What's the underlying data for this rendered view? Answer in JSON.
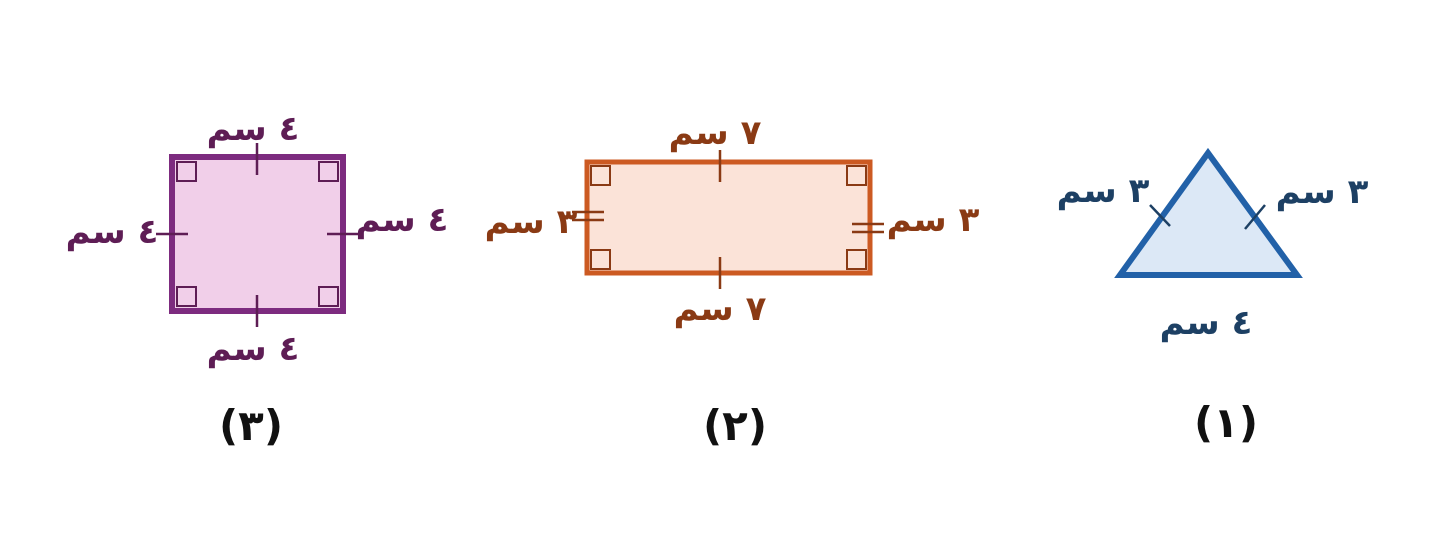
{
  "colors": {
    "square_stroke": "#7d2b7f",
    "square_fill": "#f1cfe9",
    "square_text": "#5e1d55",
    "rectangle_stroke": "#cc5a22",
    "rectangle_fill": "#fbe3d8",
    "rectangle_text": "#8a3a14",
    "triangle_stroke": "#2261a8",
    "triangle_fill": "#dce8f6",
    "triangle_text": "#1d4064",
    "caption_text": "#111111"
  },
  "shapes": {
    "square": {
      "caption": "(٣)",
      "side_top": "٤ سم",
      "side_bottom": "٤ سم",
      "side_left": "٤ سم",
      "side_right": "٤ سم"
    },
    "rectangle": {
      "caption": "(٢)",
      "side_top": "٧ سم",
      "side_bottom": "٧ سم",
      "side_left": "٣ سم",
      "side_right": "٣ سم"
    },
    "triangle": {
      "caption": "(١)",
      "side_left": "٣ سم",
      "side_right": "٣ سم",
      "side_base": "٤ سم"
    }
  }
}
